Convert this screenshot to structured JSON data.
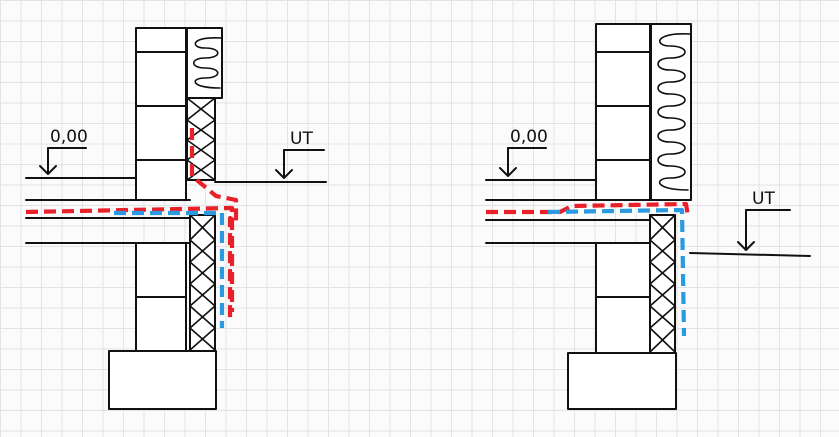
{
  "left_detail": {
    "level_label": "0,00",
    "ground_label": "UT"
  },
  "right_detail": {
    "level_label": "0,00",
    "ground_label": "UT"
  },
  "colors": {
    "red_line": "#e8202a",
    "blue_line": "#2a9be0",
    "ink": "#111111",
    "grid": "#e3e3e3"
  }
}
